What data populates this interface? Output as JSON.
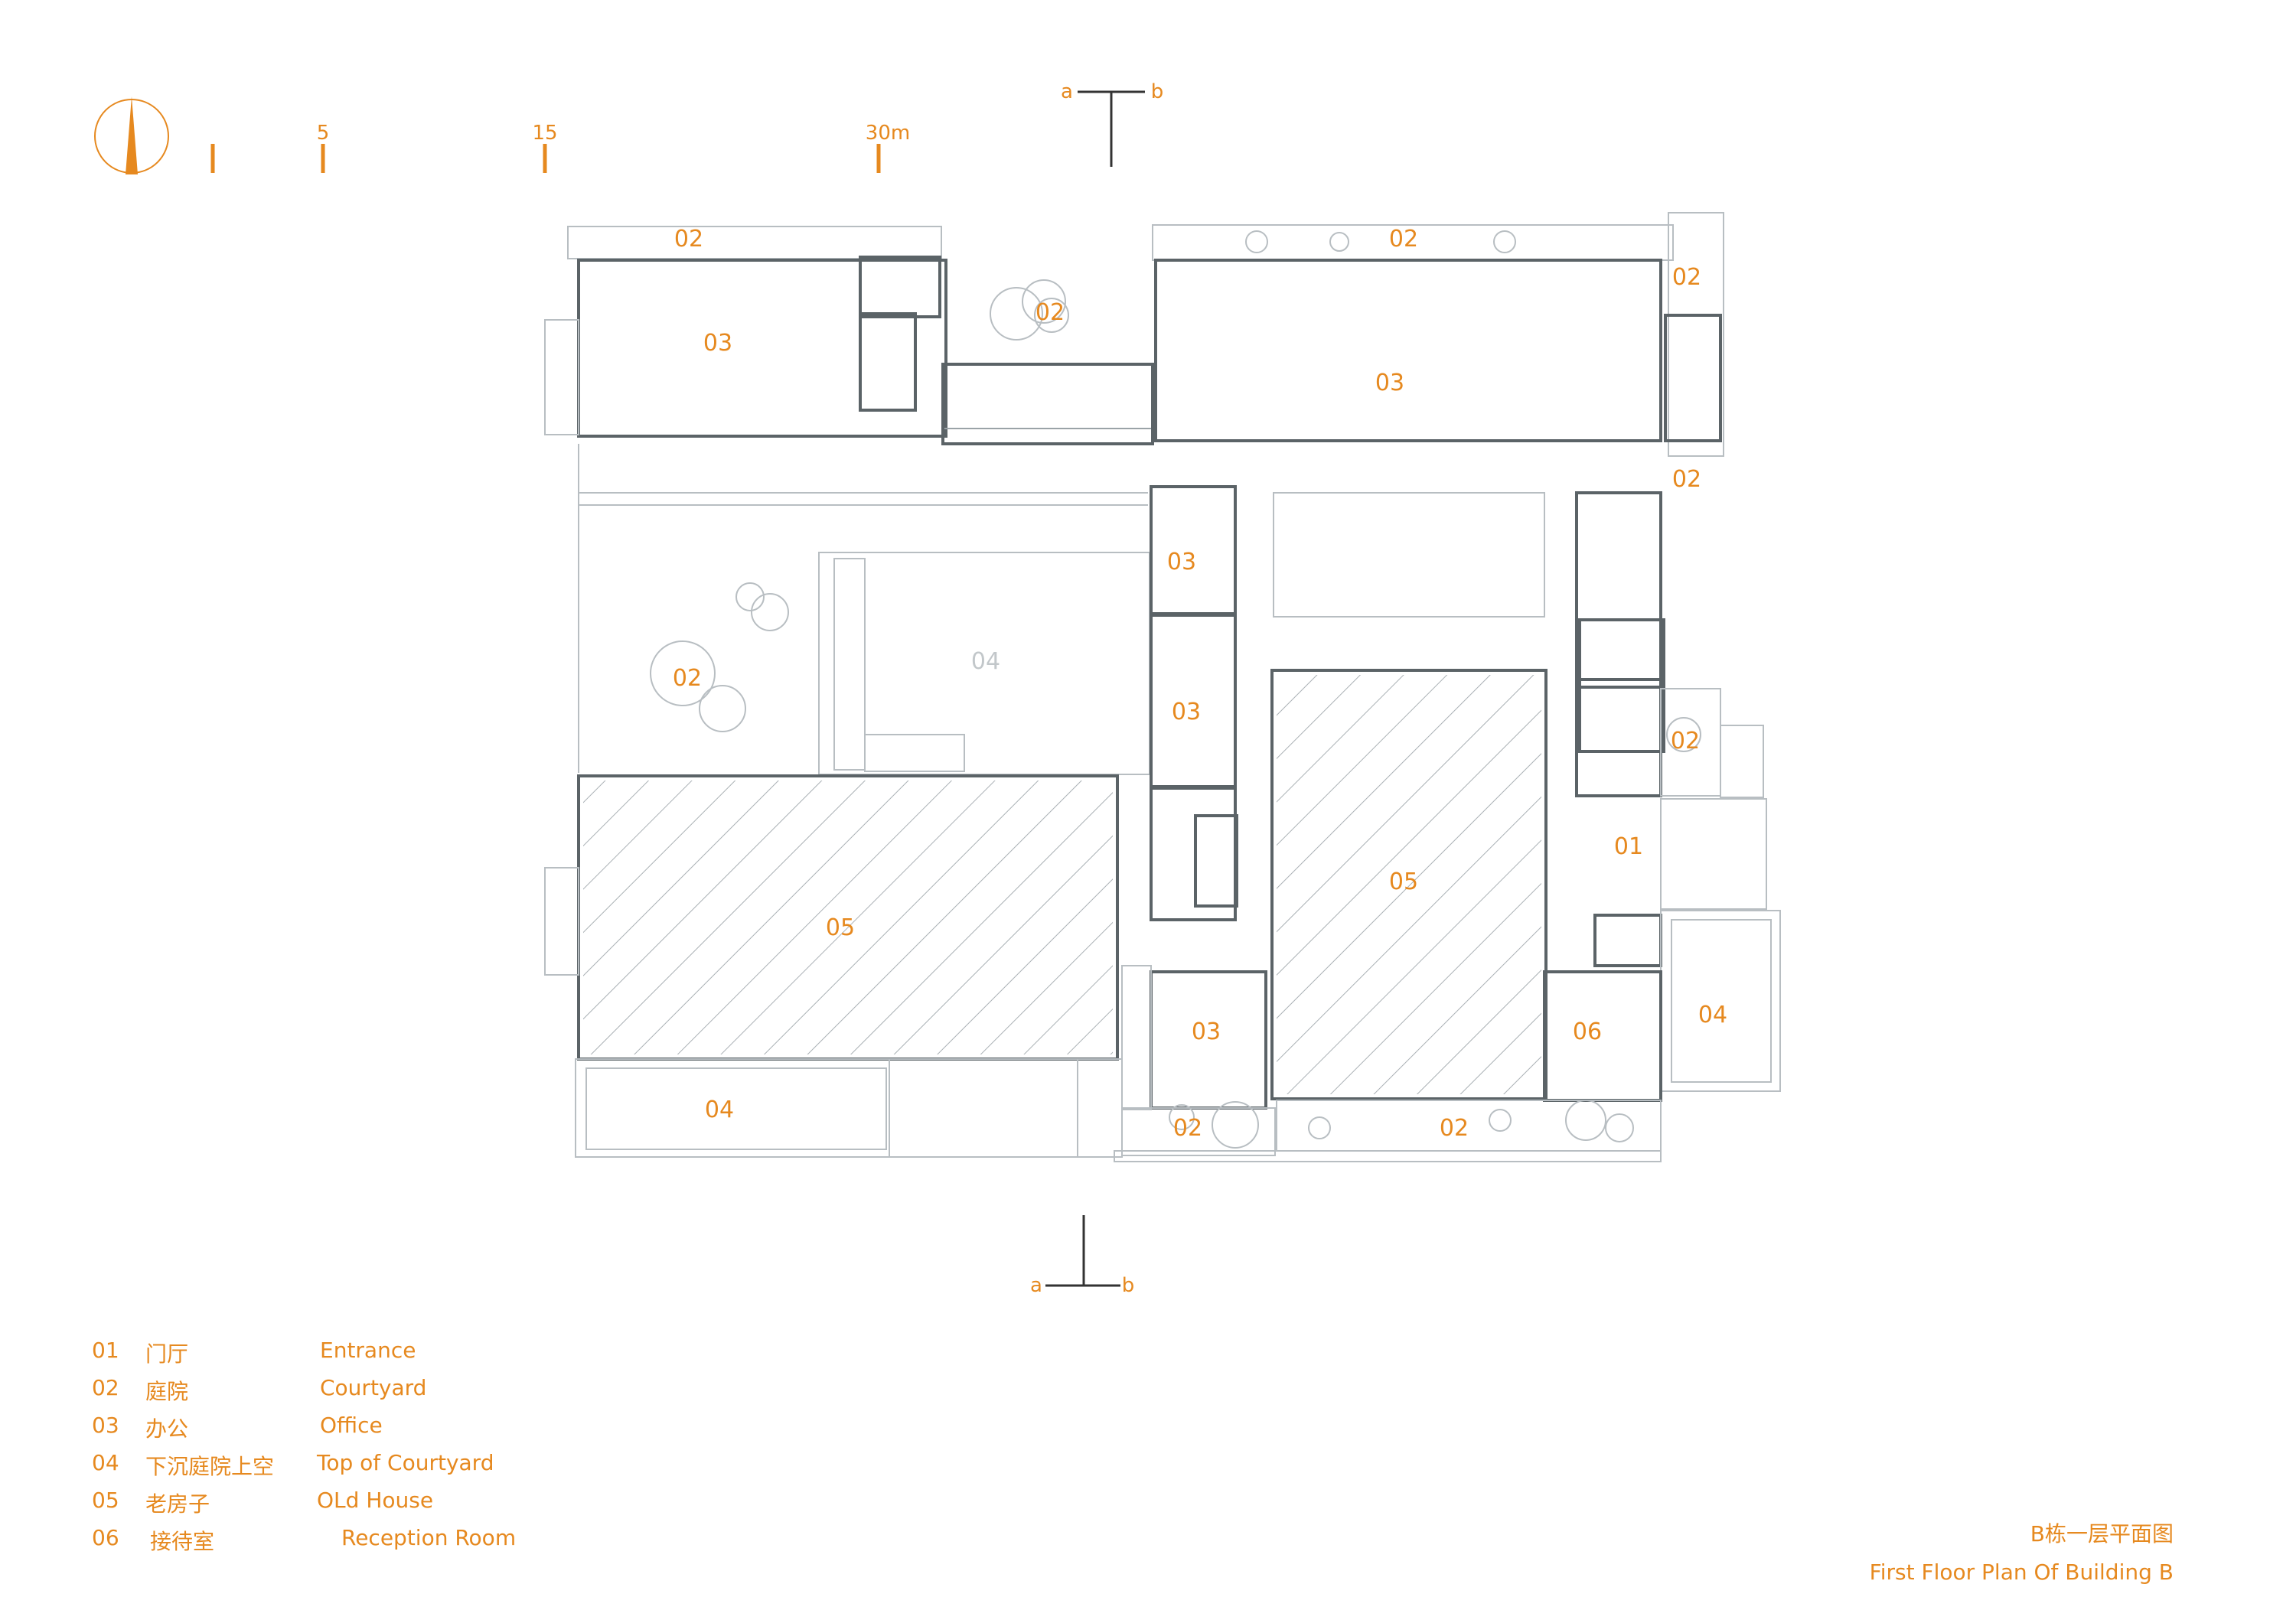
{
  "scale_bar": {
    "ticks": [
      "5",
      "15",
      "30m"
    ]
  },
  "section_marker": {
    "left": "a",
    "right": "b"
  },
  "room_labels": {
    "entrance": "01",
    "courtyard": "02",
    "office": "03",
    "sunken_courtyard_top": "04",
    "old_house": "05",
    "reception": "06"
  },
  "legend": [
    {
      "num": "01",
      "cn": "门厅",
      "en": "Entrance"
    },
    {
      "num": "02",
      "cn": "庭院",
      "en": "Courtyard"
    },
    {
      "num": "03",
      "cn": "办公",
      "en": "Office"
    },
    {
      "num": "04",
      "cn": "下沉庭院上空",
      "en": "Top of Courtyard"
    },
    {
      "num": "05",
      "cn": "老房子",
      "en": "OLd House"
    },
    {
      "num": "06",
      "cn": "接待室",
      "en": "Reception Room"
    }
  ],
  "title": {
    "cn": "B栋一层平面图",
    "en": "First Floor Plan Of Building B"
  },
  "colors": {
    "accent": "#e6891f",
    "wall": "#5b6367",
    "line": "#b8bec2"
  }
}
